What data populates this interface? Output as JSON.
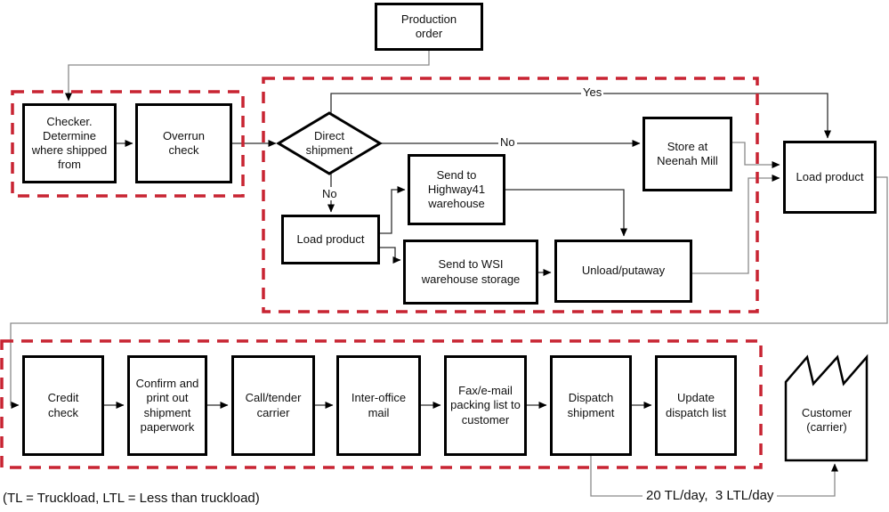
{
  "nodes": {
    "production_order": "Production order",
    "checker": "Checker. Determine where shipped from",
    "overrun_check": "Overrun check",
    "direct_shipment": "Direct shipment",
    "store_neenah": "Store at Neenah Mill",
    "load_product_right": "Load product",
    "load_product_mid": "Load product",
    "send_highway41": "Send to Highway41 warehouse",
    "send_wsi": "Send to WSI warehouse storage",
    "unload_putaway": "Unload/putaway",
    "credit_check": "Credit check",
    "confirm_paperwork": "Confirm and print out shipment paperwork",
    "call_tender": "Call/tender carrier",
    "inter_office": "Inter-office mail",
    "fax_email": "Fax/e-mail packing list to customer",
    "dispatch_shipment": "Dispatch shipment",
    "update_dispatch": "Update dispatch list",
    "customer": "Customer (carrier)"
  },
  "edge_labels": {
    "yes": "Yes",
    "no_to_store": "No",
    "no_to_load": "No"
  },
  "annotations": {
    "legend": "(TL = Truckload, LTL = Less than truckload)",
    "rate": "20 TL/day,  3 LTL/day"
  },
  "icons": {
    "customer_icon": "factory-icon"
  },
  "colors": {
    "phase_border": "#c82432",
    "shape_border": "#000000",
    "connector_gray": "#8a8a8a",
    "connector_dark": "#2f2f2f",
    "background": "#ffffff"
  }
}
